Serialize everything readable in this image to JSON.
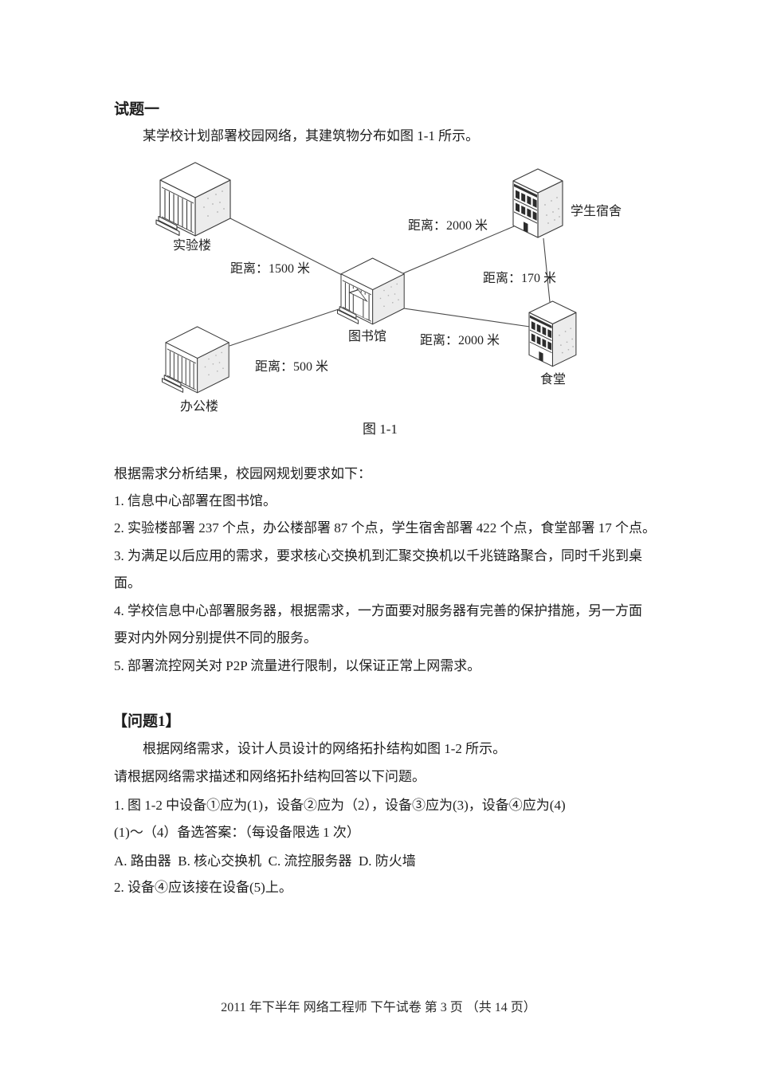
{
  "doc": {
    "title": "试题一",
    "intro": "某学校计划部署校园网络，其建筑物分布如图 1-1 所示。",
    "figure": {
      "caption": "图 1-1",
      "buildings": [
        {
          "name": "实验楼"
        },
        {
          "name": "学生宿舍"
        },
        {
          "name": "图书馆"
        },
        {
          "name": "办公楼"
        },
        {
          "name": "食堂"
        }
      ],
      "distances": [
        {
          "from": "实验楼",
          "to": "图书馆",
          "label": "距离：1500 米"
        },
        {
          "from": "图书馆",
          "to": "学生宿舍",
          "label": "距离：2000 米"
        },
        {
          "from": "学生宿舍",
          "to": "食堂",
          "label": "距离：170 米"
        },
        {
          "from": "图书馆",
          "to": "食堂",
          "label": "距离：2000 米"
        },
        {
          "from": "办公楼",
          "to": "图书馆",
          "label": "距离：500 米"
        }
      ]
    },
    "requirements": {
      "header": "根据需求分析结果，校园网规划要求如下：",
      "lines": [
        "1. 信息中心部署在图书馆。",
        "2. 实验楼部署 237 个点，办公楼部署 87 个点，学生宿舍部署 422 个点，食堂部署 17 个点。",
        "3. 为满足以后应用的需求，要求核心交换机到汇聚交换机以千兆链路聚合，同时千兆到桌",
        "面。",
        "4. 学校信息中心部署服务器，根据需求，一方面要对服务器有完善的保护措施，另一方面",
        "要对内外网分别提供不同的服务。",
        "5. 部署流控网关对 P2P 流量进行限制，以保证正常上网需求。"
      ]
    },
    "problem1": {
      "heading": "【问题1】",
      "lines": [
        "根据网络需求，设计人员设计的网络拓扑结构如图 1-2 所示。",
        "请根据网络需求描述和网络拓扑结构回答以下问题。",
        "1. 图 1-2 中设备①应为(1)，设备②应为（2），设备③应为(3)，设备④应为(4)",
        "(1)〜（4）备选答案：（每设备限选 1 次）",
        "A. 路由器  B. 核心交换机  C. 流控服务器  D. 防火墙",
        "2. 设备④应该接在设备(5)上。"
      ]
    },
    "footer": "2011 年下半年 网络工程师 下午试卷 第 3 页 （共 14 页）"
  }
}
